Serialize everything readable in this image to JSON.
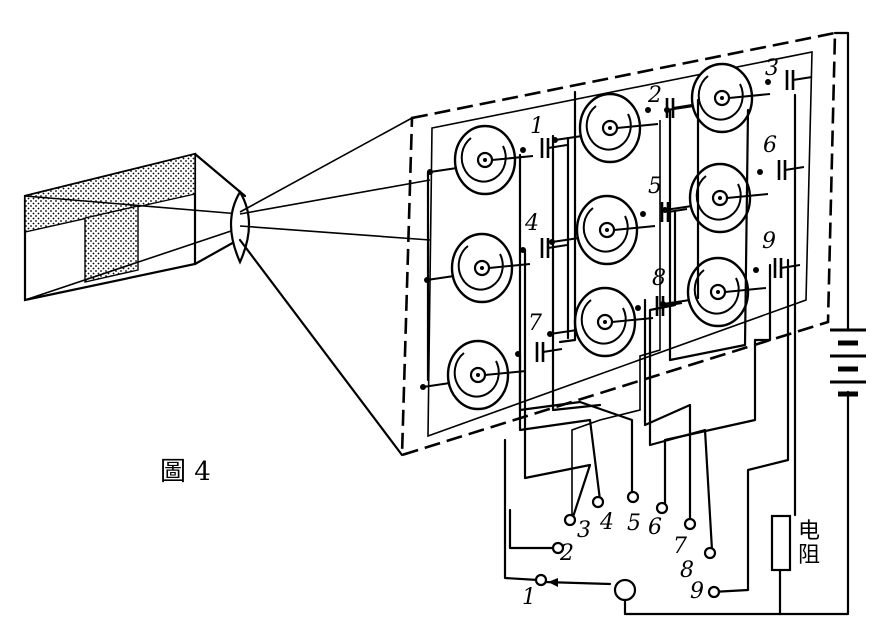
{
  "caption": "圖 4",
  "cell_labels": [
    "1",
    "2",
    "3",
    "4",
    "5",
    "6",
    "7",
    "8",
    "9"
  ],
  "terminal_labels": [
    "1",
    "2",
    "3",
    "4",
    "5",
    "6",
    "7",
    "8",
    "9"
  ],
  "resistor_label": "电阻"
}
